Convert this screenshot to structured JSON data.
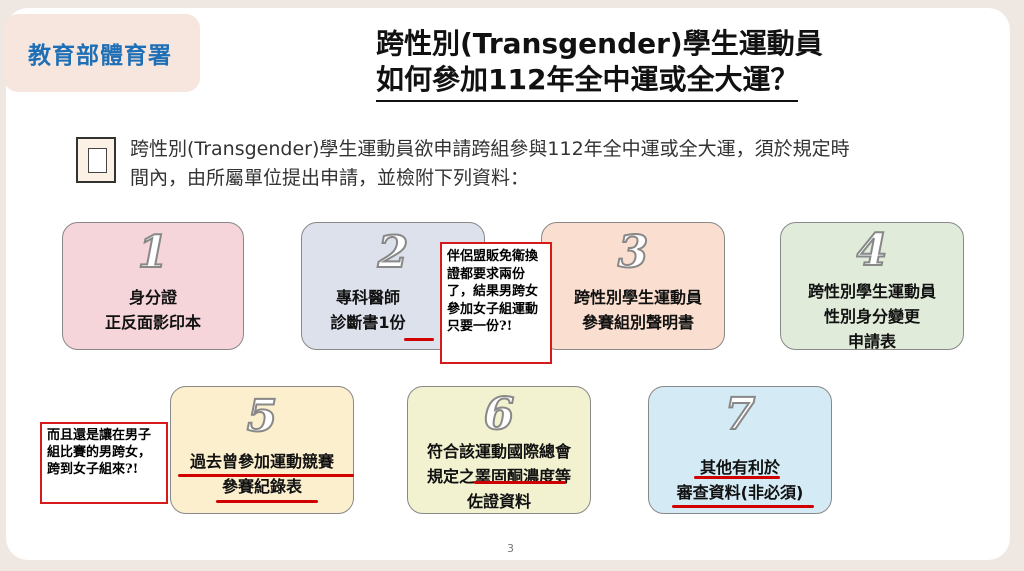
{
  "org_name": "教育部體育署",
  "title": {
    "line1": "跨性別(Transgender)學生運動員",
    "line2": "如何參加112年全中運或全大運？"
  },
  "intro": {
    "icon": "document-icon",
    "text_line1": "跨性別(Transgender)學生運動員欲申請跨組參與112年全中運或全大運，須於規定時",
    "text_line2": "間內，由所屬單位提出申請，並檢附下列資料："
  },
  "cards": [
    {
      "number": "1",
      "lines": [
        "身分證",
        "正反面影印本"
      ]
    },
    {
      "number": "2",
      "lines": [
        "專科醫師",
        "診斷書1份"
      ]
    },
    {
      "number": "3",
      "lines": [
        "跨性別學生運動員",
        "參賽組別聲明書"
      ]
    },
    {
      "number": "4",
      "lines": [
        "跨性別學生運動員",
        "性別身分變更",
        "申請表"
      ]
    },
    {
      "number": "5",
      "lines": [
        "過去曾參加運動競賽",
        "參賽紀錄表"
      ]
    },
    {
      "number": "6",
      "lines": [
        "符合該運動國際總會",
        "規定之睪固酮濃度等",
        "佐證資料"
      ]
    },
    {
      "number": "7",
      "lines": [
        "其他有利於",
        "審查資料(非必須)"
      ]
    }
  ],
  "annotations": {
    "note1": "伴侶盟販免衛換證都要求兩份了，結果男跨女參加女子組運動只要一份?!",
    "note2": "而且還是讓在男子組比賽的男跨女，跨到女子組來?!"
  },
  "colors": {
    "org_text": "#1f6fb6",
    "annotation_border": "#d61a1a",
    "underline": "#d10000"
  },
  "page_number": "3"
}
